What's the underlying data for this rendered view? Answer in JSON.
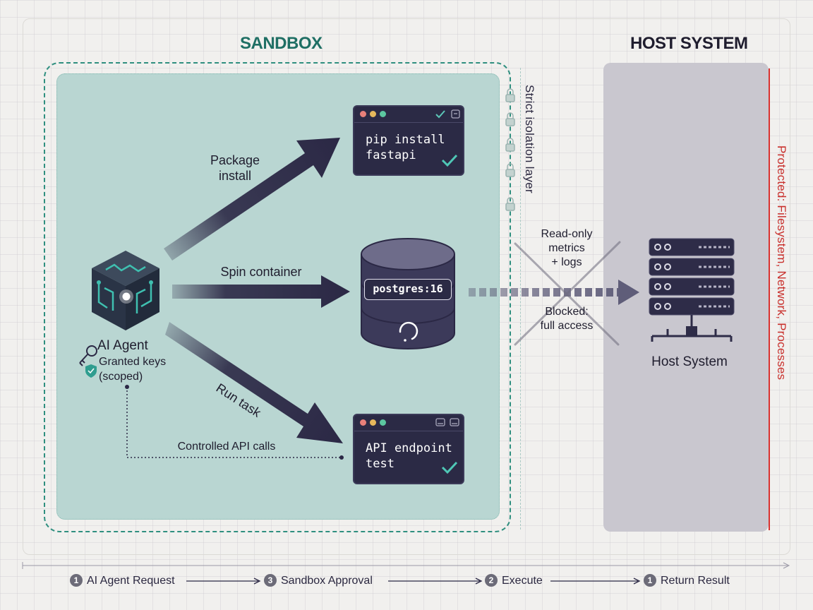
{
  "titles": {
    "sandbox": "SANDBOX",
    "host": "HOST SYSTEM"
  },
  "isolation_label": "Strict isolation layer",
  "protected_label": "Protected: Filesystem, Network, Processes",
  "agent": {
    "name": "AI Agent",
    "keys_line1": "Granted keys",
    "keys_line2": "(scoped)"
  },
  "arrows": {
    "package_install_line1": "Package",
    "package_install_line2": "install",
    "spin_container": "Spin container",
    "run_task": "Run task",
    "controlled_api": "Controlled API calls"
  },
  "terminals": {
    "pip": {
      "line1": "pip install",
      "line2": "fastapi"
    },
    "api": {
      "line1": "API endpoint",
      "line2": "test"
    }
  },
  "database": {
    "label": "postgres:16"
  },
  "channel": {
    "read_only_line1": "Read-only",
    "read_only_line2": "metrics",
    "read_only_line3": "+ logs",
    "blocked_line1": "Blocked:",
    "blocked_line2": "full access"
  },
  "host": {
    "label": "Host System"
  },
  "flow_steps": [
    {
      "num": "1",
      "label": "AI Agent Request"
    },
    {
      "num": "3",
      "label": "Sandbox Approval"
    },
    {
      "num": "2",
      "label": "Execute"
    },
    {
      "num": "1",
      "label": "Return Result"
    }
  ],
  "colors": {
    "sandbox_green": "#2f8f7f",
    "sandbox_fill": "#b9d6d2",
    "arrow_navy": "#2b2845",
    "protected_red": "#d9322f",
    "host_panel": "#c9c7cf"
  }
}
